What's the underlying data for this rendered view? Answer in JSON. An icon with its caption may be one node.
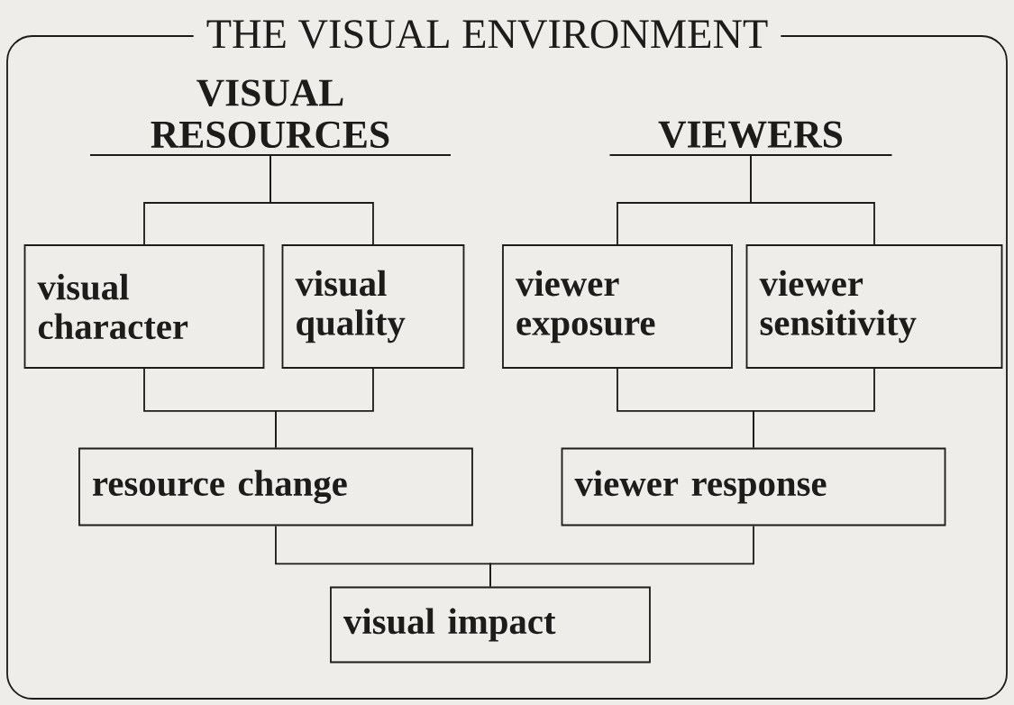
{
  "diagram": {
    "nodes": [
      {
        "text": [
          "THE VISUAL ENVIRONMENT"
        ]
      },
      {
        "text": [
          "VISUAL RESOURCES"
        ],
        "in": 0
      },
      {
        "text": [
          "VIEWERS"
        ],
        "in": 0
      },
      {
        "text": [
          "visual character"
        ],
        "in": 0
      },
      {
        "text": [
          "visual quality"
        ],
        "in": 0
      },
      {
        "text": [
          "viewer exposure"
        ],
        "in": 0
      },
      {
        "text": [
          "viewer sensitivity"
        ],
        "in": 0
      },
      {
        "text": [
          "resource change"
        ],
        "in": 0
      },
      {
        "text": [
          "viewer response"
        ],
        "in": 0
      },
      {
        "text": [
          "visual impact"
        ],
        "in": 0
      }
    ],
    "edges": [
      {
        "from": 1,
        "to": 3,
        "arrow": "none"
      },
      {
        "from": 1,
        "to": 4,
        "arrow": "none"
      },
      {
        "from": 2,
        "to": 5,
        "arrow": "none"
      },
      {
        "from": 2,
        "to": 6,
        "arrow": "none"
      },
      {
        "from": 3,
        "to": 7,
        "arrow": "none"
      },
      {
        "from": 4,
        "to": 7,
        "arrow": "none"
      },
      {
        "from": 5,
        "to": 8,
        "arrow": "none"
      },
      {
        "from": 6,
        "to": 8,
        "arrow": "none"
      },
      {
        "from": 7,
        "to": 9,
        "arrow": "none"
      },
      {
        "from": 8,
        "to": 9,
        "arrow": "none"
      }
    ]
  }
}
